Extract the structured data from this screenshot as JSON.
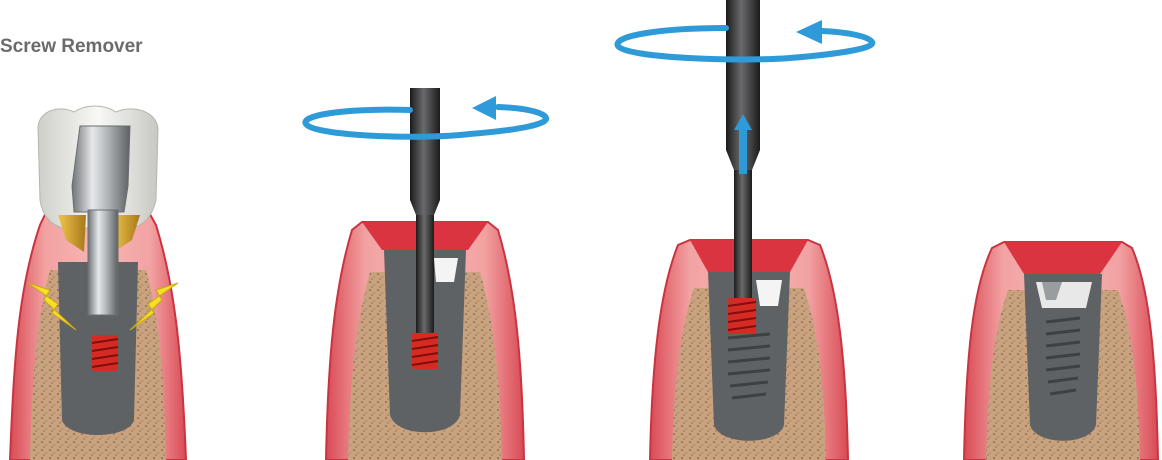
{
  "title": "Screw Remover",
  "icons": {
    "rotation": "rotation-arrow-icon",
    "upward": "upward-arrow-icon",
    "force": "lightning-bolt-icon"
  },
  "steps": [
    {
      "id": "step-1",
      "state": "crown-abutment-screw-stuck"
    },
    {
      "id": "step-2",
      "state": "remover-engaged-rotating"
    },
    {
      "id": "step-3",
      "state": "screw-extracted-upward"
    },
    {
      "id": "step-4",
      "state": "implant-cleared"
    }
  ],
  "colors": {
    "gum": "#e8797a",
    "gum_dark": "#d9343f",
    "bone": "#c9a27f",
    "implant": "#5f6264",
    "screw": "#d62a25",
    "tool": "#2a2a2b",
    "arrow": "#2e9bd8",
    "lightning": "#f6df2a",
    "gold": "#d8a830",
    "crown": "#eeeeea"
  }
}
